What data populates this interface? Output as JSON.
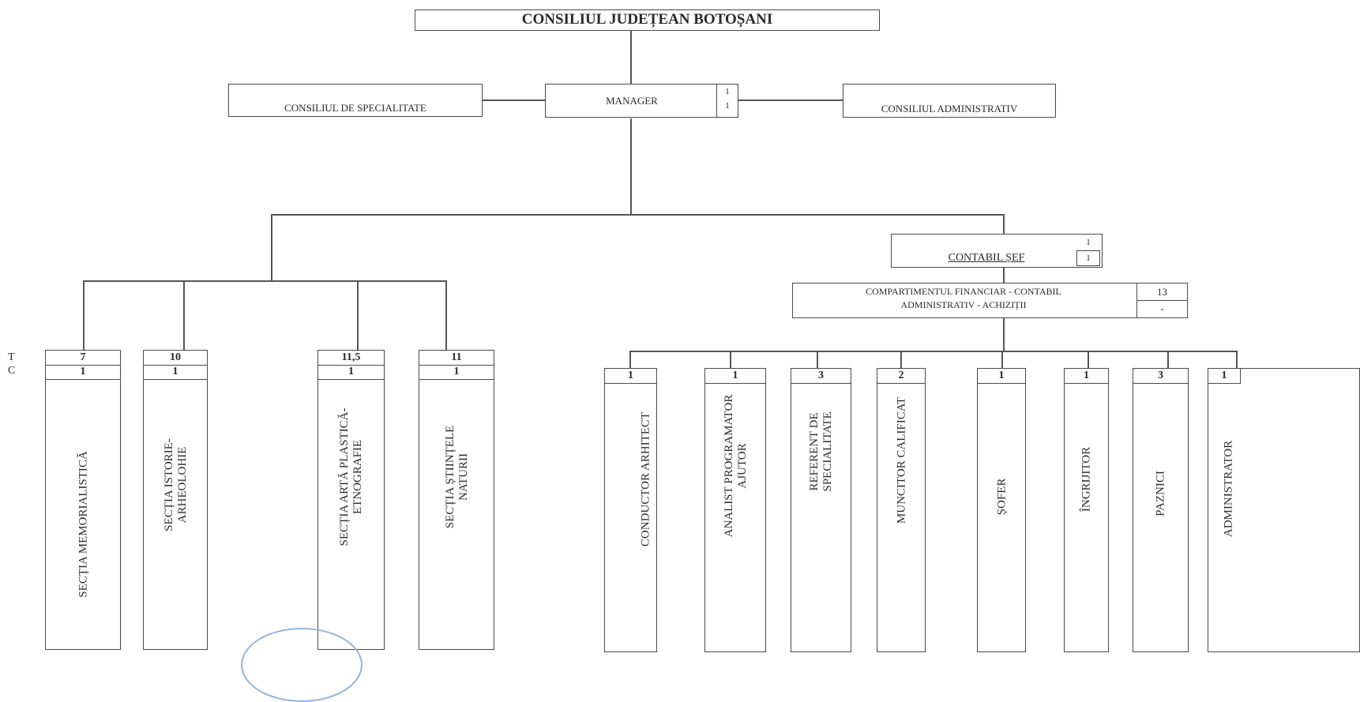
{
  "header": {
    "title": "CONSILIUL JUDEȚEAN BOTOȘANI"
  },
  "manager": {
    "label": "MANAGER",
    "count_top": "1",
    "count_bottom": "1"
  },
  "councils": {
    "specialitate": "CONSILIUL  DE SPECIALITATE",
    "administrativ": "CONSILIUL ADMINISTRATIV"
  },
  "legend": {
    "t": "T",
    "c": "C"
  },
  "contabil_sef": {
    "label": "CONTABIL ȘEF",
    "count_top": "1",
    "count_bottom": "1"
  },
  "compartiment": {
    "line1": "COMPARTIMENTUL FINANCIAR - CONTABIL",
    "line2": "ADMINISTRATIV - ACHIZIȚII",
    "count_top": "13",
    "count_bottom": "-"
  },
  "sections": [
    {
      "line1": "SECȚIA  MEMORIALISTICĂ",
      "line2": "",
      "t": "7",
      "c": "1"
    },
    {
      "line1": "SECȚIA  ISTORIE-",
      "line2": "ARHEOLOHIE",
      "t": "10",
      "c": "1"
    },
    {
      "line1": "SECȚIA ARTĂ PLASTICĂ-",
      "line2": "ETNOGRAFIE",
      "t": "11,5",
      "c": "1"
    },
    {
      "line1": "SECȚIA  ȘTIINȚELE",
      "line2": "NATURII",
      "t": "11",
      "c": "1"
    }
  ],
  "staff": [
    {
      "line1": "CONDUCTOR   ARHITECT",
      "line2": "",
      "count": "1"
    },
    {
      "line1": "ANALIST PROGRAMATOR",
      "line2": "AJUTOR",
      "count": "1"
    },
    {
      "line1": "REFERENT DE",
      "line2": "SPECIALITATE",
      "count": "3"
    },
    {
      "line1": "MUNCITOR CALIFICAT",
      "line2": "",
      "count": "2"
    },
    {
      "line1": "ȘOFER",
      "line2": "",
      "count": "1"
    },
    {
      "line1": "ÎNGRIJITOR",
      "line2": "",
      "count": "1"
    },
    {
      "line1": "PAZNICI",
      "line2": "",
      "count": "3"
    },
    {
      "line1": "ADMINISTRATOR",
      "line2": "",
      "count": "1"
    }
  ]
}
